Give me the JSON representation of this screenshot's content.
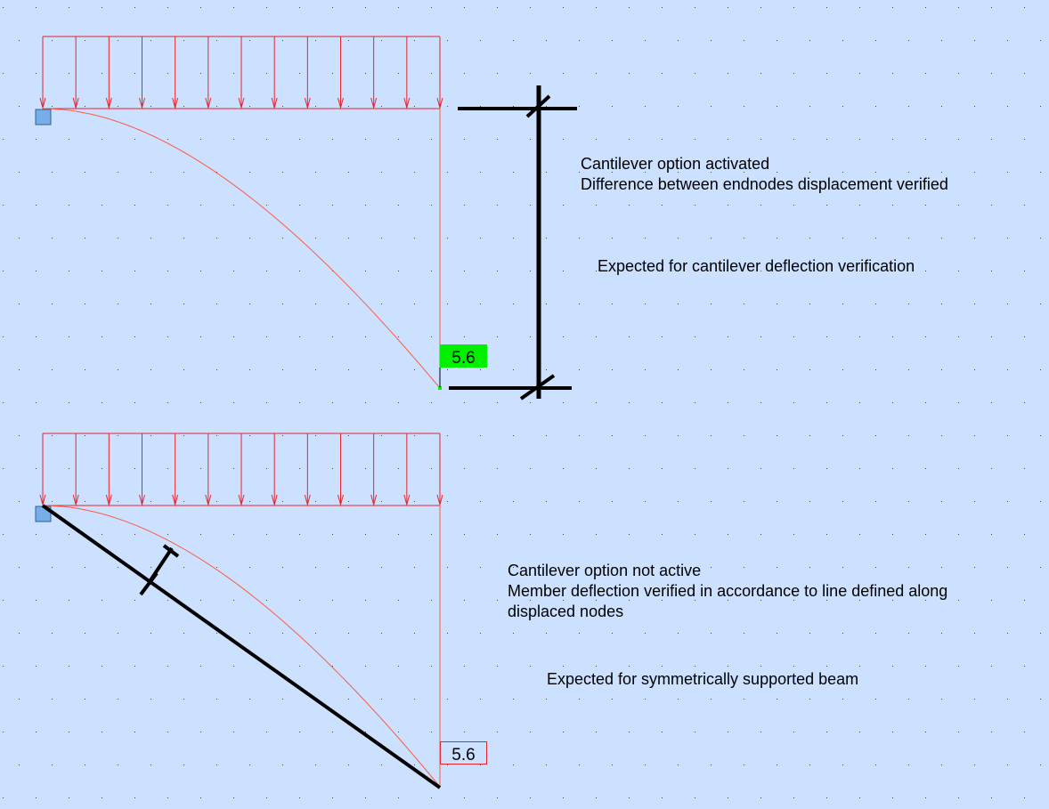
{
  "colors": {
    "background": "#cce0ff",
    "grid_dot": "#4a4a4a",
    "load": "#e8242b",
    "deflected_shape": "#ff5a3c",
    "support": "#78aee8",
    "support_border": "#2f5f9a",
    "annotation": "#000000",
    "label_highlight": "#00f000",
    "label_outline": "#e8242b"
  },
  "icons": {
    "support": "fixed-support-icon",
    "arrow": "load-arrow-icon"
  },
  "top_diagram": {
    "deflection_label": "5.6",
    "label_highlighted": true,
    "notes": [
      "Cantilever option activated",
      "Difference between endnodes displacement verified"
    ],
    "expected": "Expected for cantilever deflection verification"
  },
  "bottom_diagram": {
    "deflection_label": "5.6",
    "label_highlighted": false,
    "notes": [
      "Cantilever option not active",
      "Member deflection verified in accordance to line defined along",
      "displaced nodes"
    ],
    "expected": "Expected for symmetrically supported beam"
  }
}
